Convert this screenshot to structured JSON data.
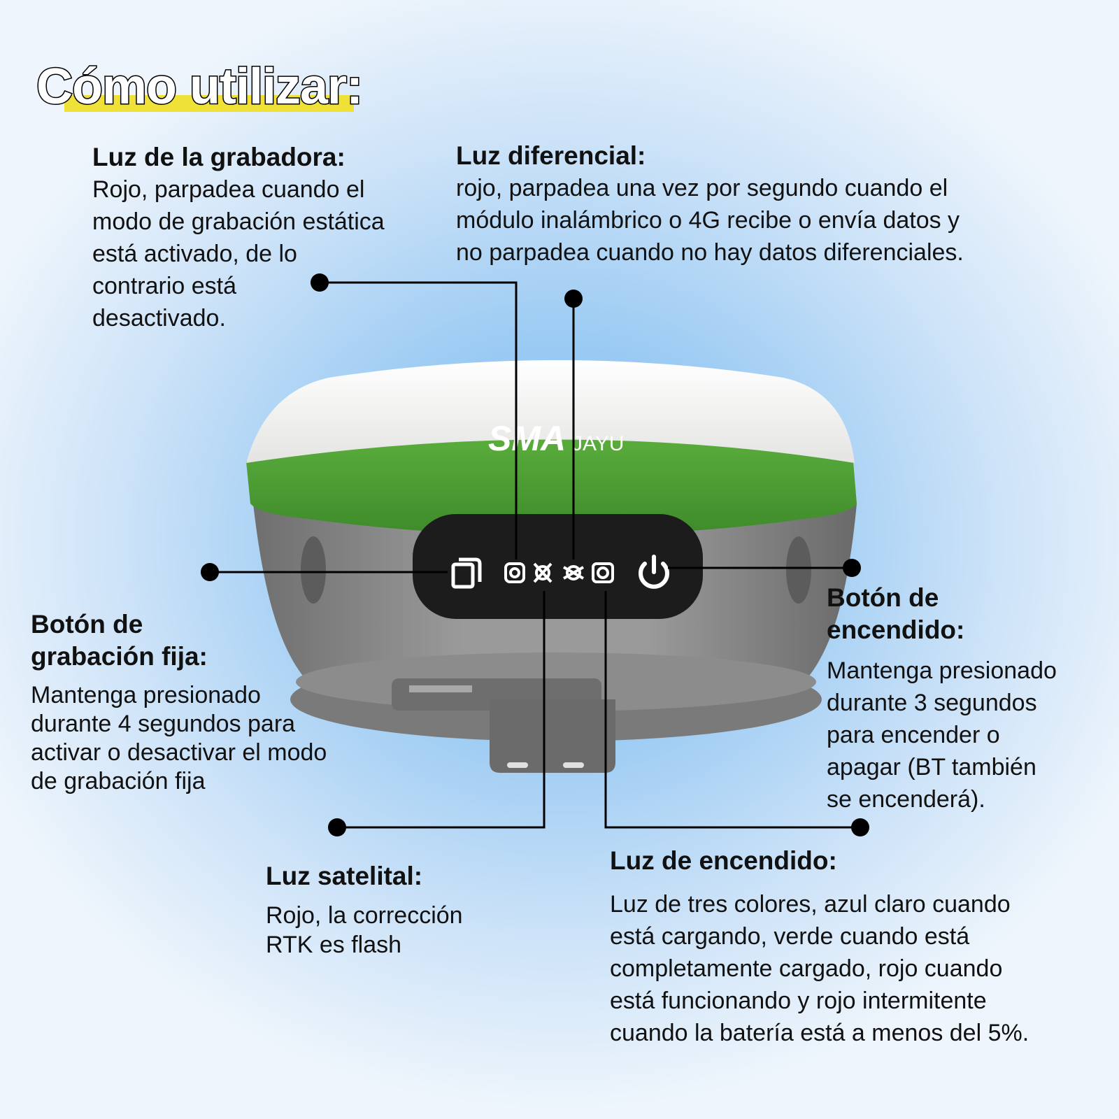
{
  "title": "Cómo utilizar:",
  "brand": {
    "logo": "SMA",
    "suffix": "JAYU"
  },
  "colors": {
    "highlight": "#efe137",
    "green": "#4a9a34",
    "white_dome": "#f6f6f4",
    "body_grey": "#8a8a8a",
    "panel": "#1c1c1c"
  },
  "icons": [
    "record-button-icon",
    "recording-light-icon",
    "satellite-light-icon",
    "differential-light-icon",
    "power-light-icon",
    "power-button-icon"
  ],
  "callouts": {
    "recorder_light": {
      "heading": "Luz de la grabadora:",
      "lines": [
        "Rojo, parpadea cuando el",
        "modo de grabación estática",
        "está activado, de lo",
        "contrario está",
        "desactivado."
      ]
    },
    "differential_light": {
      "heading": "Luz diferencial:",
      "lines": [
        "rojo, parpadea una vez por segundo cuando el",
        "módulo inalámbrico o 4G recibe o envía datos y",
        "no parpadea cuando no hay datos diferenciales."
      ]
    },
    "fixed_record_button": {
      "heading_lines": [
        "Botón de",
        "grabación fija:"
      ],
      "lines": [
        "Mantenga presionado",
        "durante 4 segundos para",
        "activar o desactivar el modo",
        "de grabación fija"
      ]
    },
    "power_button": {
      "heading_lines": [
        "Botón de",
        "encendido:"
      ],
      "lines": [
        "Mantenga presionado",
        "durante 3 segundos",
        "para encender o",
        "apagar (BT también",
        "se encenderá)."
      ]
    },
    "satellite_light": {
      "heading": "Luz satelital:",
      "lines": [
        "Rojo, la corrección",
        "RTK es flash"
      ]
    },
    "power_light": {
      "heading": "Luz de encendido:",
      "lines": [
        "Luz de tres colores, azul claro cuando",
        "está cargando, verde cuando está",
        "completamente cargado, rojo cuando",
        "está funcionando y rojo intermitente",
        "cuando la batería está a menos del 5%."
      ]
    }
  }
}
